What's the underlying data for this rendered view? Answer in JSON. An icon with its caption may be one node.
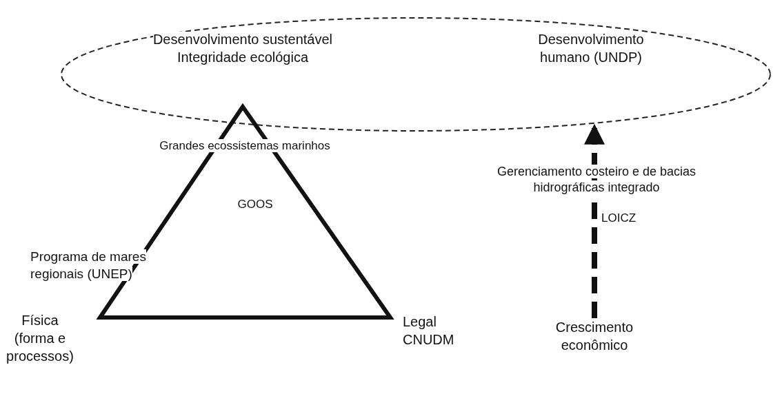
{
  "diagram": {
    "nodes": [
      {
        "text": [
          "Desenvolvimento sustentável Integridade ecológica",
          "Desenvolvimento humano (UNDP)"
        ]
      },
      {
        "text": [
          "Grandes ecossistemas marinhos",
          "GOOS",
          "Programa de mares regionais (UNEP)"
        ],
        "beside": [
          "Física (forma e processos)",
          "Legal CNUDM"
        ]
      },
      {
        "text": [
          "Crescimento econômico"
        ]
      }
    ],
    "edges": [
      {
        "from": 2,
        "to": 0,
        "arrow": "to",
        "style": "dashed"
      }
    ],
    "labels": [
      "Gerenciamento costeiro e de bacias hidrográficas integrado",
      "LOICZ"
    ]
  }
}
